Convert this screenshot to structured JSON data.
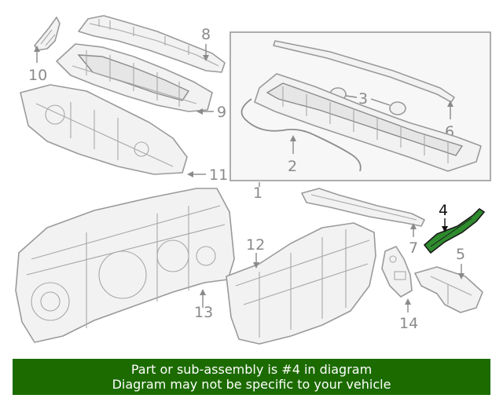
{
  "callouts": {
    "c1": "1",
    "c2": "2",
    "c3": "3",
    "c4": "4",
    "c5": "5",
    "c6": "6",
    "c7": "7",
    "c8": "8",
    "c9": "9",
    "c10": "10",
    "c11": "11",
    "c12": "12",
    "c13": "13",
    "c14": "14"
  },
  "highlight": {
    "part_number": "4",
    "color": "#2e8b2e"
  },
  "banner": {
    "line1": "Part or sub-assembly is #4 in diagram",
    "line2": "Diagram may not be specific to your vehicle",
    "background": "#1c6b00"
  }
}
